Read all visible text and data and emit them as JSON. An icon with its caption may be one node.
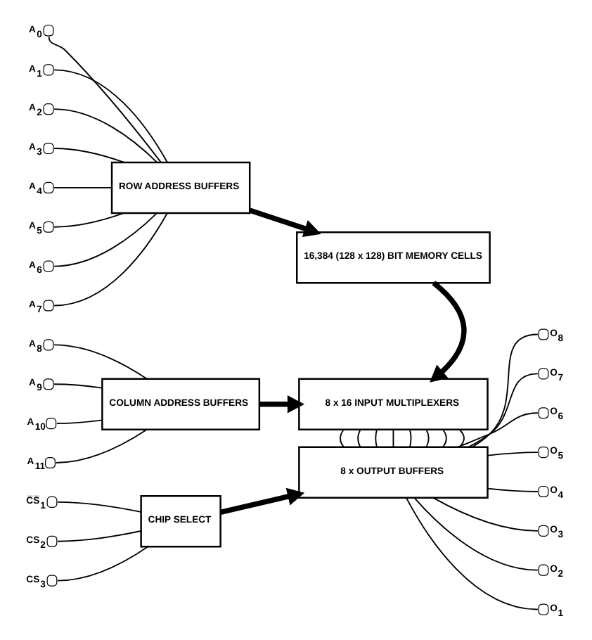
{
  "diagram": {
    "nodes": [
      {
        "text": [],
        "shape": "circle",
        "beside": [
          "A$_{0}$"
        ]
      },
      {
        "text": [],
        "shape": "circle",
        "beside": [
          "A$_{1}$"
        ]
      },
      {
        "text": [],
        "shape": "circle",
        "beside": [
          "A$_{2}$"
        ]
      },
      {
        "text": [],
        "shape": "circle",
        "beside": [
          "A$_{3}$"
        ]
      },
      {
        "text": [],
        "shape": "circle",
        "beside": [
          "A$_{4}$"
        ]
      },
      {
        "text": [],
        "shape": "circle",
        "beside": [
          "A$_{5}$"
        ]
      },
      {
        "text": [],
        "shape": "circle",
        "beside": [
          "A$_{6}$"
        ]
      },
      {
        "text": [],
        "shape": "circle",
        "beside": [
          "A$_{7}$"
        ]
      },
      {
        "text": [
          "ROW ADDRESS BUFFERS"
        ]
      },
      {
        "text": [
          "16,384 (128 x 128) BIT MEMORY CELLS"
        ]
      },
      {
        "text": [],
        "shape": "circle",
        "beside": [
          "A$_{8}$"
        ]
      },
      {
        "text": [],
        "shape": "circle",
        "beside": [
          "A$_{9}$"
        ]
      },
      {
        "text": [],
        "shape": "circle",
        "beside": [
          "A$_{10}$"
        ]
      },
      {
        "text": [],
        "shape": "circle",
        "beside": [
          "A$_{11}$"
        ]
      },
      {
        "text": [
          "COLUMN ADDRESS BUFFERS"
        ]
      },
      {
        "text": [
          "8 x 16 INPUT MULTIPLEXERS"
        ]
      },
      {
        "text": [],
        "shape": "circle",
        "beside": [
          "C̅S̅$_{1}$"
        ]
      },
      {
        "text": [],
        "shape": "circle",
        "beside": [
          "CS$_{2}$"
        ]
      },
      {
        "text": [],
        "shape": "circle",
        "beside": [
          "CS$_{3}$"
        ]
      },
      {
        "text": [
          "CHIP SELECT"
        ]
      },
      {
        "text": [
          "8 x OUTPUT BUFFERS"
        ]
      },
      {
        "text": [],
        "shape": "circle",
        "beside": [
          "O$_{8}$"
        ]
      },
      {
        "text": [],
        "shape": "circle",
        "beside": [
          "O$_{7}$"
        ]
      },
      {
        "text": [],
        "shape": "circle",
        "beside": [
          "O$_{6}$"
        ]
      },
      {
        "text": [],
        "shape": "circle",
        "beside": [
          "O$_{5}$"
        ]
      },
      {
        "text": [],
        "shape": "circle",
        "beside": [
          "O$_{4}$"
        ]
      },
      {
        "text": [],
        "shape": "circle",
        "beside": [
          "O$_{3}$"
        ]
      },
      {
        "text": [],
        "shape": "circle",
        "beside": [
          "O$_{2}$"
        ]
      },
      {
        "text": [],
        "shape": "circle",
        "beside": [
          "O$_{1}$"
        ]
      }
    ],
    "edges": [
      {
        "from": 0,
        "to": 8,
        "arrow": "none"
      },
      {
        "from": 1,
        "to": 8,
        "arrow": "none"
      },
      {
        "from": 2,
        "to": 8,
        "arrow": "none"
      },
      {
        "from": 3,
        "to": 8,
        "arrow": "none"
      },
      {
        "from": 4,
        "to": 8,
        "arrow": "none"
      },
      {
        "from": 5,
        "to": 8,
        "arrow": "none"
      },
      {
        "from": 6,
        "to": 8,
        "arrow": "none"
      },
      {
        "from": 7,
        "to": 8,
        "arrow": "none"
      },
      {
        "from": 8,
        "to": 9,
        "arrow": "to",
        "style": "thick"
      },
      {
        "from": 9,
        "to": 15,
        "arrow": "to",
        "style": "thick"
      },
      {
        "from": 10,
        "to": 14,
        "arrow": "none"
      },
      {
        "from": 11,
        "to": 14,
        "arrow": "none"
      },
      {
        "from": 12,
        "to": 14,
        "arrow": "none"
      },
      {
        "from": 13,
        "to": 14,
        "arrow": "none"
      },
      {
        "from": 14,
        "to": 15,
        "arrow": "to",
        "style": "thick"
      },
      {
        "from": 16,
        "to": 19,
        "arrow": "none"
      },
      {
        "from": 17,
        "to": 19,
        "arrow": "none"
      },
      {
        "from": 18,
        "to": 19,
        "arrow": "none"
      },
      {
        "from": 19,
        "to": 20,
        "arrow": "to",
        "style": "thick"
      },
      {
        "from": 15,
        "to": 20,
        "arrow": "none"
      },
      {
        "from": 15,
        "to": 20,
        "arrow": "none"
      },
      {
        "from": 15,
        "to": 20,
        "arrow": "none"
      },
      {
        "from": 15,
        "to": 20,
        "arrow": "none"
      },
      {
        "from": 15,
        "to": 20,
        "arrow": "none"
      },
      {
        "from": 15,
        "to": 20,
        "arrow": "none"
      },
      {
        "from": 15,
        "to": 20,
        "arrow": "none"
      },
      {
        "from": 15,
        "to": 20,
        "arrow": "none"
      },
      {
        "from": 20,
        "to": 21,
        "arrow": "none"
      },
      {
        "from": 20,
        "to": 22,
        "arrow": "none"
      },
      {
        "from": 20,
        "to": 23,
        "arrow": "none"
      },
      {
        "from": 20,
        "to": 24,
        "arrow": "none"
      },
      {
        "from": 20,
        "to": 25,
        "arrow": "none"
      },
      {
        "from": 20,
        "to": 26,
        "arrow": "none"
      },
      {
        "from": 20,
        "to": 27,
        "arrow": "none"
      },
      {
        "from": 20,
        "to": 28,
        "arrow": "none"
      }
    ]
  }
}
